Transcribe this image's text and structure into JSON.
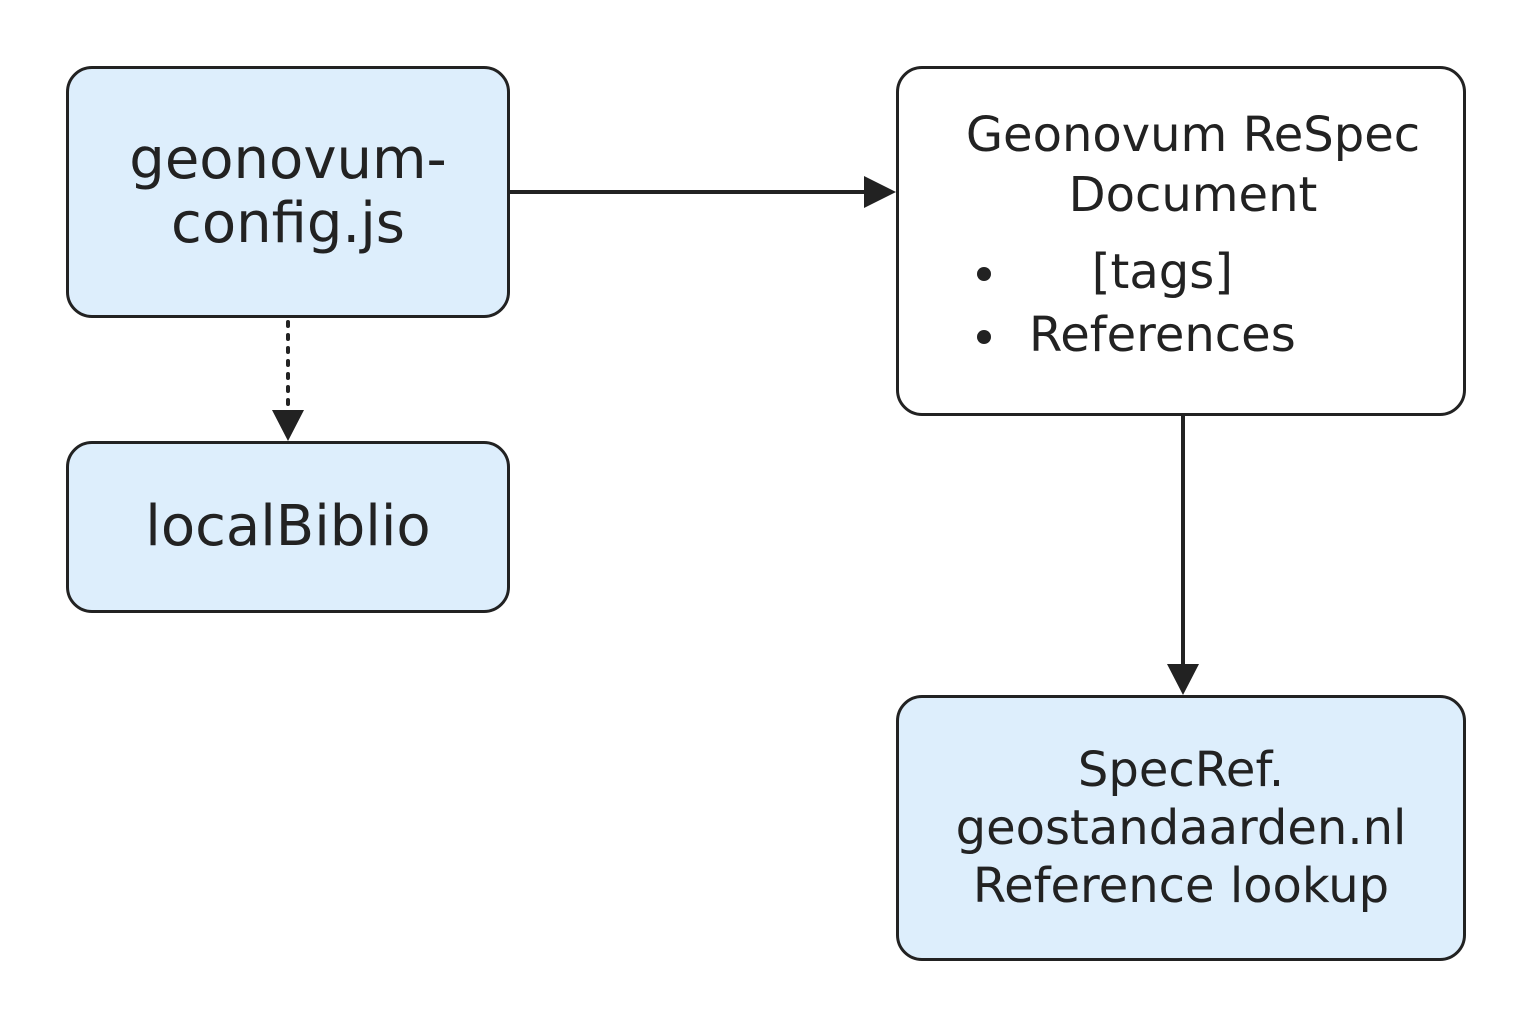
{
  "diagram": {
    "nodes": {
      "config": {
        "lines": [
          "geonovum-",
          "config.js"
        ]
      },
      "biblio": {
        "label": "localBiblio"
      },
      "document": {
        "title_lines": [
          "Geonovum ReSpec",
          "Document"
        ],
        "items": [
          "[tags]",
          "References"
        ]
      },
      "specref": {
        "lines": [
          "SpecRef.",
          "geostandaarden.nl",
          "Reference lookup"
        ]
      }
    },
    "edges": [
      {
        "from": "geonovum-config.js",
        "to": "Geonovum ReSpec Document",
        "style": "solid"
      },
      {
        "from": "geonovum-config.js",
        "to": "localBiblio",
        "style": "dotted"
      },
      {
        "from": "Geonovum ReSpec Document",
        "to": "SpecRef. geostandaarden.nl Reference lookup",
        "style": "solid"
      }
    ],
    "colors": {
      "node_fill": "#ddeefc",
      "node_fill_plain": "#ffffff",
      "stroke": "#222222",
      "background": "#ffffff"
    }
  }
}
